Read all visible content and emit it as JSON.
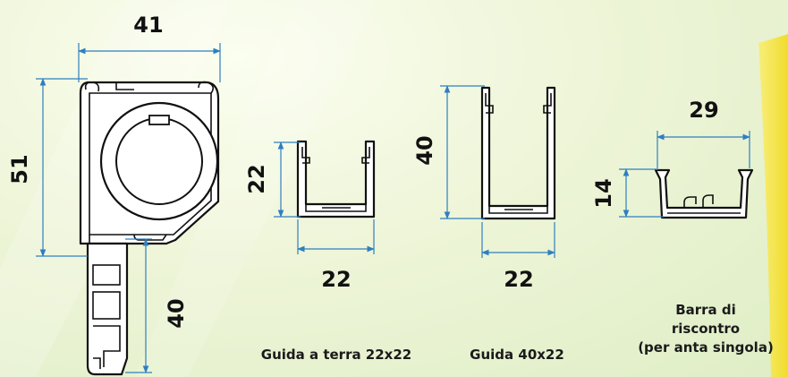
{
  "dimensions": {
    "box_width": "41",
    "box_height": "51",
    "box_leg_height": "40",
    "guide_small_height": "22",
    "guide_small_width": "22",
    "guide_tall_height": "40",
    "guide_tall_width": "22",
    "bar_width": "29",
    "bar_height": "14"
  },
  "captions": {
    "guide_small": "Guida a terra 22x22",
    "guide_tall": "Guida 40x22",
    "bar_line1": "Barra di",
    "bar_line2": "riscontro",
    "bar_line3": "(per anta singola)"
  },
  "colors": {
    "dimension_line": "#2e7fc0",
    "profile_stroke": "#111111",
    "accent_yellow": "#f5e63a"
  }
}
